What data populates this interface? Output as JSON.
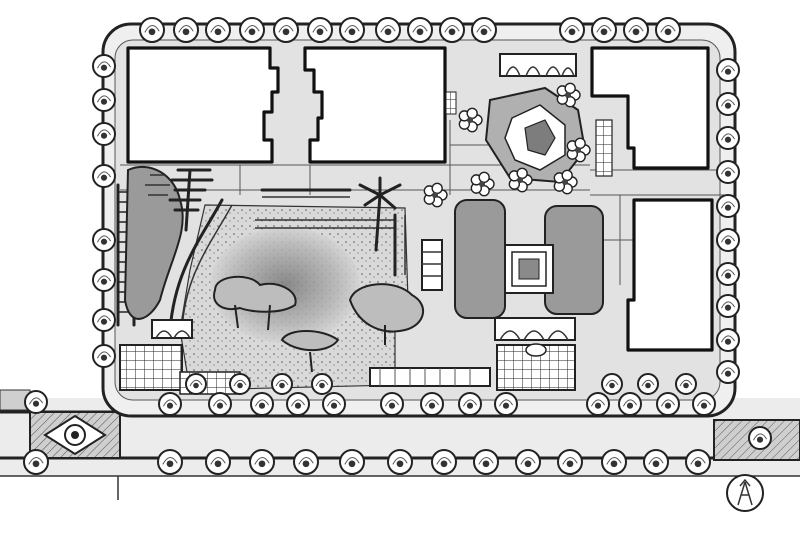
{
  "drawing": {
    "kind": "hand-drawn landscape site plan",
    "palette": {
      "ink": "#222222",
      "paper": "#ffffff",
      "pencil_fill": "#e6e6e6",
      "hedge_shade": "#9a9a9a",
      "canopy_shade": "#bdbdbd"
    },
    "features": {
      "buildings": 4,
      "street_tree_rows": 2,
      "central_lawn": true,
      "pond_with_fountain": true,
      "pergolas": 3,
      "north_arrow": true
    },
    "icons": {
      "north_arrow": "north-arrow-icon",
      "fountain": "fountain-icon",
      "street_tree": "street-tree-icon"
    }
  }
}
